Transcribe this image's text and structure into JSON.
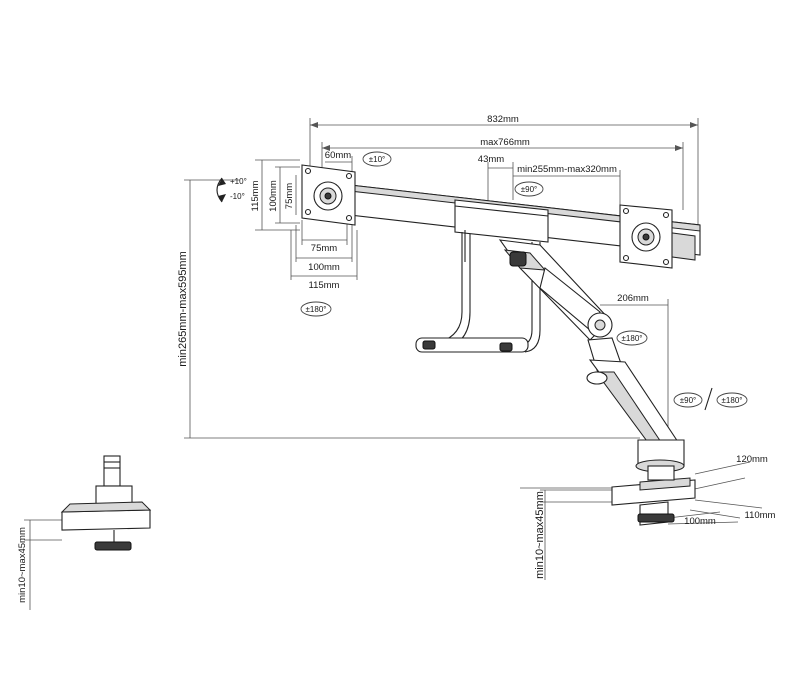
{
  "dimensions": {
    "total_width": "832mm",
    "max_span": "max766mm",
    "arm_offset": "60mm",
    "center_gap": "43mm",
    "adjust_range": "min255mm-max320mm",
    "vesa_side_115": "115mm",
    "vesa_side_100": "100mm",
    "vesa_side_75": "75mm",
    "vesa_bottom_75": "75mm",
    "vesa_bottom_100": "100mm",
    "vesa_bottom_115": "115mm",
    "height_range": "min265mm-max595mm",
    "arm_reach": "206mm",
    "desk_thickness_left": "min10~max45mm",
    "desk_thickness_mid": "min10~max45mm",
    "base_depth_120": "120mm",
    "base_depth_100": "100mm",
    "base_depth_110": "110mm"
  },
  "angles": {
    "tilt_plus": "+10°",
    "tilt_minus": "-10°",
    "bar_rotation": "±10°",
    "center_swivel": "±90°",
    "left_rotate": "±180°",
    "arm_rotate": "±180°",
    "base_swivel": "±90°",
    "base_rotate": "±180°"
  },
  "icons": {
    "rotation_badge": "rotation-badge-icon",
    "tilt_arc": "tilt-arc-icon"
  }
}
